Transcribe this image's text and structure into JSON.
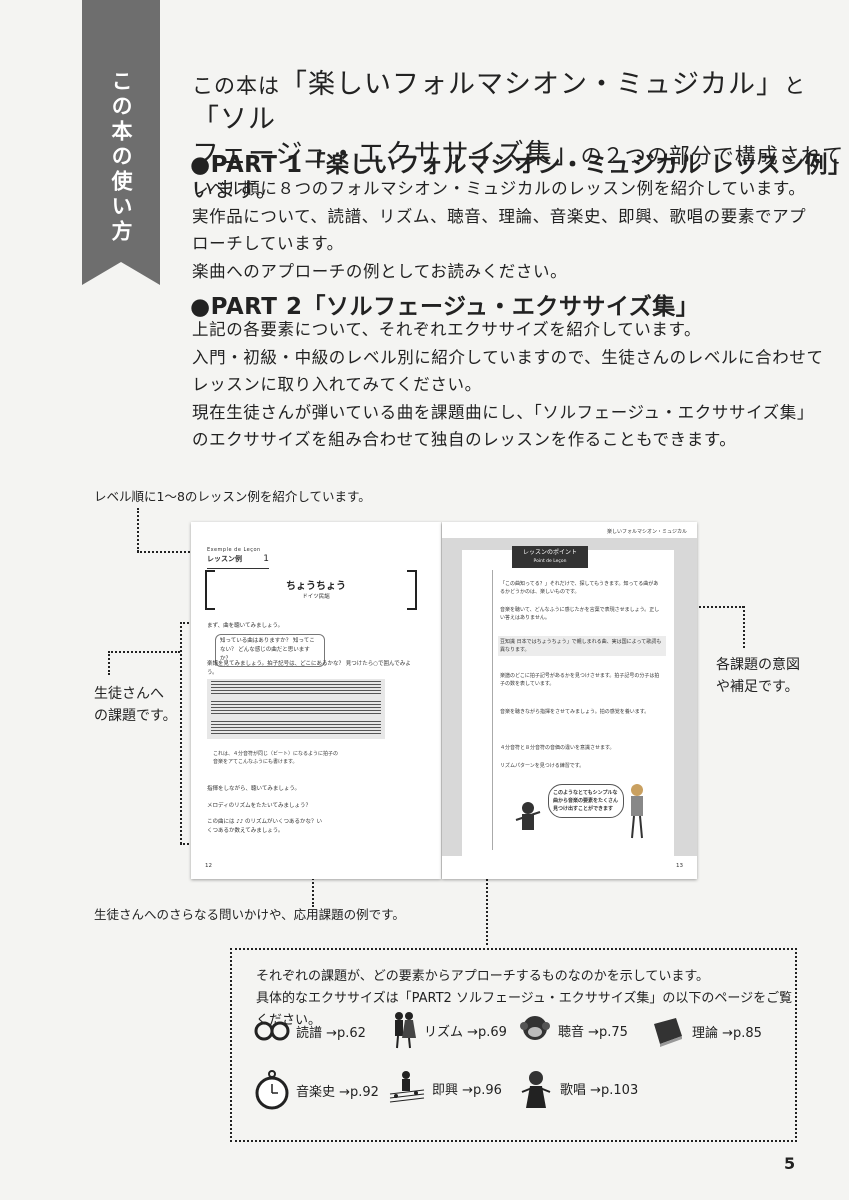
{
  "ribbon": {
    "label": "この本の使い方"
  },
  "intro": {
    "line1_pre": "この本は",
    "line1_q1": "「楽しいフォルマシオン・ミュジカル」",
    "line1_mid": "と",
    "line1_q2": "「ソル",
    "line2_q2": "フェージュ・エクササイズ集」",
    "line2_post": "の２つの部分で構成されています。"
  },
  "part1": {
    "title": "●PART 1「楽しいフォルマシオン・ミュジカル レッスン例」",
    "lines": [
      "レベル順に８つのフォルマシオン・ミュジカルのレッスン例を紹介しています。",
      "実作品について、読譜、リズム、聴音、理論、音楽史、即興、歌唱の要素でアプ",
      "ローチしています。",
      "楽曲へのアプローチの例としてお読みください。"
    ]
  },
  "part2": {
    "title": "●PART 2「ソルフェージュ・エクササイズ集」",
    "lines": [
      "上記の各要素について、それぞれエクササイズを紹介しています。",
      "入門・初級・中級のレベル別に紹介していますので、生徒さんのレベルに合わせて",
      "レッスンに取り入れてみてください。",
      "現在生徒さんが弾いている曲を課題曲にし、「ソルフェージュ・エクササイズ集」",
      "のエクササイズを組み合わせて独自のレッスンを作ることもできます。"
    ]
  },
  "callouts": {
    "top": "レベル順に1〜8のレッスン例を紹介しています。",
    "left_1": "生徒さんへ",
    "left_2": "の課題です。",
    "right_1": "各課題の意図",
    "right_2": "や補足です。",
    "bottom": "生徒さんへのさらなる問いかけや、応用課題の例です。"
  },
  "book": {
    "left": {
      "badge_top": "Exemple de Leçon",
      "badge_main": "レッスン例",
      "badge_num": "1",
      "song_title": "ちょうちょう",
      "song_sub": "ドイツ民謡",
      "q1": "まず、曲を聴いてみましょう。",
      "bubble": "知っている曲はありますか？ 知ってこない？ どんな感じの曲だと思いますか？",
      "q2": "楽譜を見てみましょう。拍子記号は、どこにあるかな？ 見つけたら○で囲んでみよう。",
      "note_box": "これは、４分音符が同じ（ビート）になるように拍子の音楽をアてこんなふうにも書けます。",
      "q3": "指揮をしながら、聴いてみましょう。",
      "q4": "メロディのリズムをたたいてみましょう？",
      "q5": "この曲には ♪♪ のリズムがいくつあるかな？いくつあるか数えてみましょう。",
      "page_no": "12"
    },
    "right": {
      "header": "楽しいフォルマシオン・ミュジカル",
      "point_main": "レッスンのポイント",
      "point_sub": "Point de Leçon",
      "p1": "「この曲知ってる？」それだけで、探してもうきます。知ってる曲があるかどうかのは、楽しいものです。",
      "p2": "音楽を聴いて、どんなふうに感じたかを言葉で表現させましょう。正しい答えはありません。",
      "note": "豆知識 日本ではちょうちょう」で親しまれる曲、実は国によって歌詞も異なります。",
      "p3": "楽譜のどこに拍子記号があるかを見つけさせます。拍子記号の分子は拍子の数を表しています。",
      "p4": "音楽を聴きながら指揮をさせてみましょう。拍の感覚を養います。",
      "p5": "４分音符と８分音符の音価の違いを意識させます。",
      "p6": "リズムパターンを見つける練習です。",
      "speech": "このようなとてもシンプルな曲から音楽の要素をたくさん見つけ出すことができます",
      "page_no": "13"
    }
  },
  "reference": {
    "line1": "それぞれの課題が、どの要素からアプローチするものなのかを示しています。",
    "line2": "具体的なエクササイズは「PART2 ソルフェージュ・エクササイズ集」の以下のページをご覧ください。",
    "items": [
      {
        "label": "読譜 →p.62",
        "icon": "glasses-icon"
      },
      {
        "label": "リズム →p.69",
        "icon": "dancers-icon"
      },
      {
        "label": "聴音 →p.75",
        "icon": "monkey-icon"
      },
      {
        "label": "理論 →p.85",
        "icon": "book-icon"
      },
      {
        "label": "音楽史 →p.92",
        "icon": "pocket-watch-icon"
      },
      {
        "label": "即興 →p.96",
        "icon": "improviser-icon"
      },
      {
        "label": "歌唱 →p.103",
        "icon": "singer-icon"
      }
    ]
  },
  "page_number": "5"
}
